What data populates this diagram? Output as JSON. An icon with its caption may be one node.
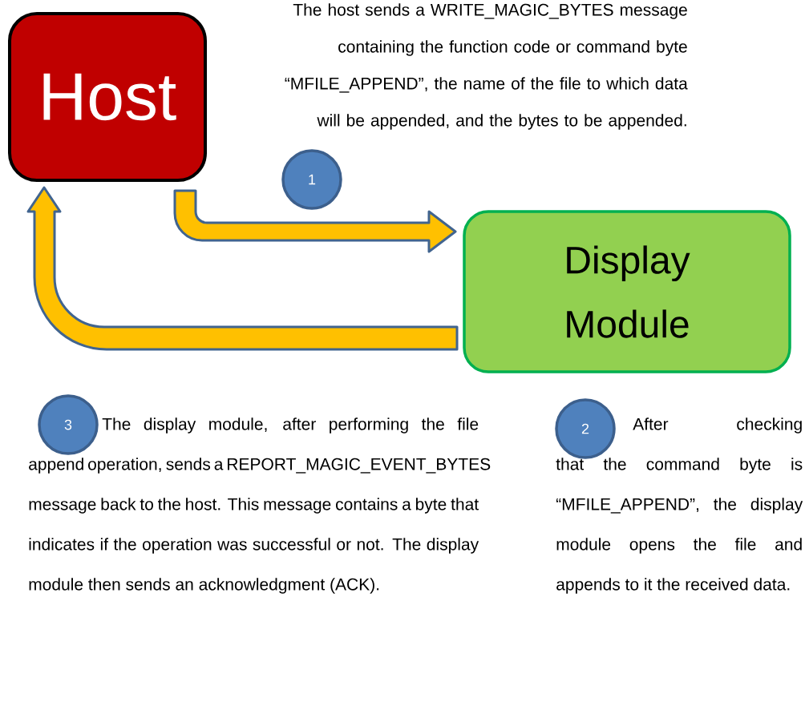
{
  "diagram": {
    "nodes": [
      {
        "text": [
          "Host"
        ]
      },
      {
        "text": [
          "1"
        ]
      },
      {
        "text": [
          "Display Module"
        ]
      },
      {
        "text": [
          "3"
        ]
      },
      {
        "text": [
          "2"
        ]
      }
    ],
    "edges": [
      {
        "from": 0,
        "to": 2,
        "arrow": "to"
      },
      {
        "from": 2,
        "to": 0,
        "arrow": "to"
      }
    ],
    "labels": [
      "The host sends a WRITE_MAGIC_BYTES message containing the function code or command byte “MFILE_APPEND”, the name of the file to which data will be appended, and the bytes to be appended.",
      "The display module, after performing the file append operation, sends a REPORT_MAGIC_EVENT_BYTES message back to the host. This message contains a byte that indicates if the operation was successful or not. The display module then sends an acknowledgment (ACK).",
      "After checking that the command byte is “MFILE_APPEND”, the display module opens the file and appends to it the received data."
    ]
  }
}
